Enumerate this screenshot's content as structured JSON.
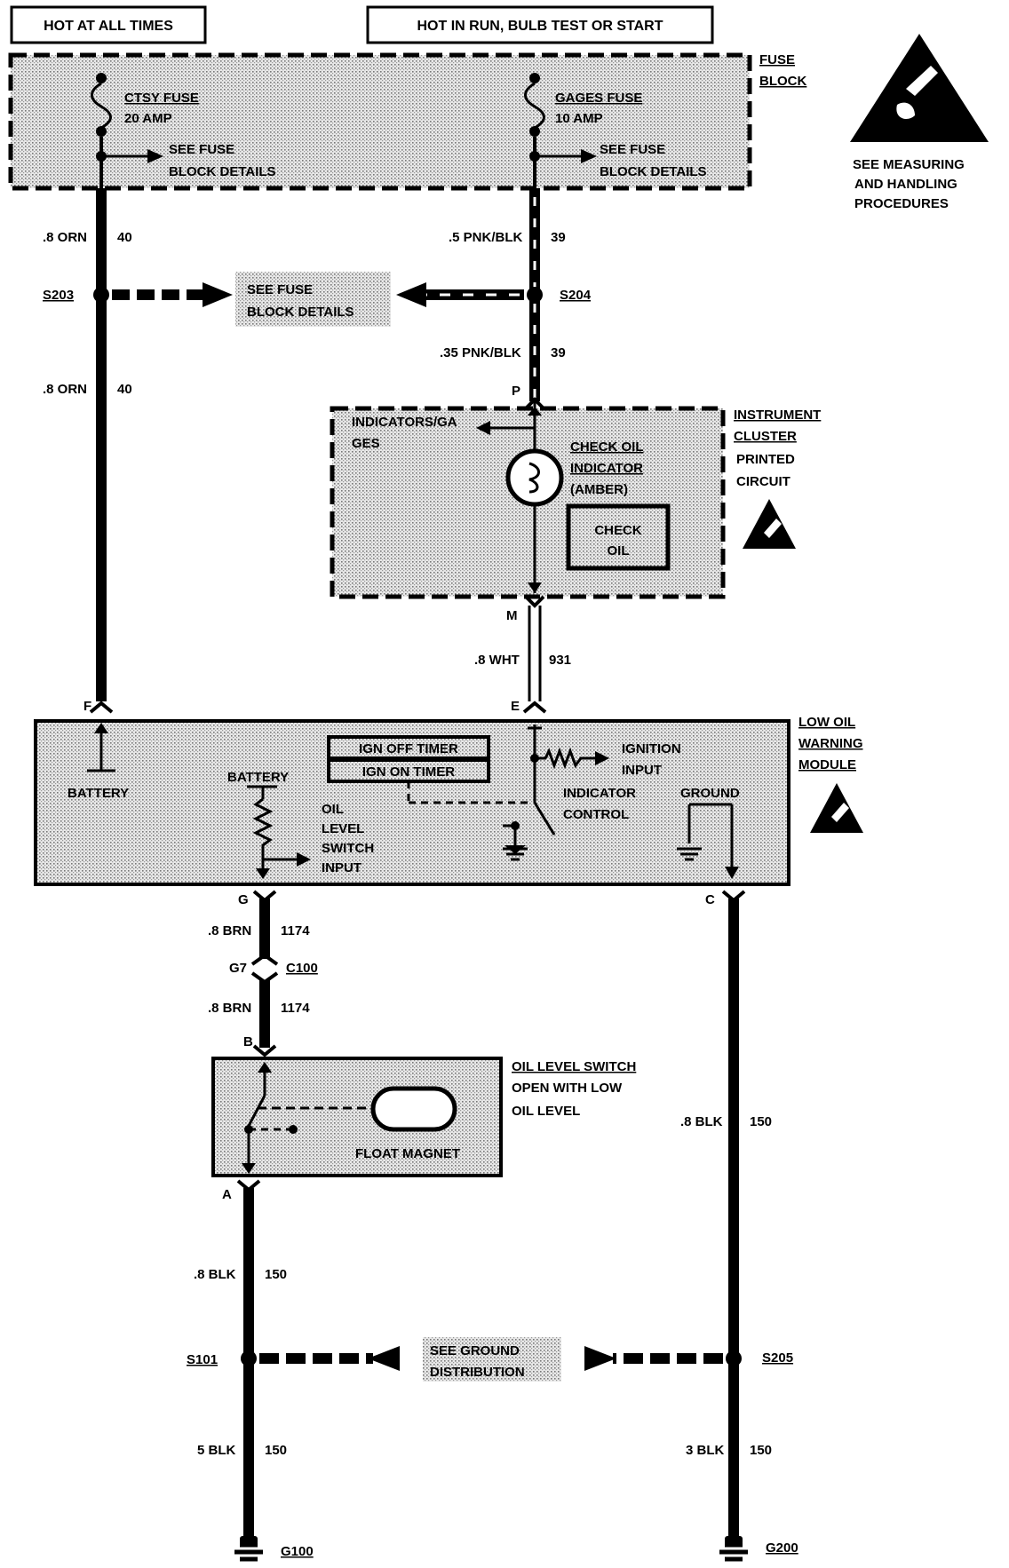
{
  "headers": {
    "hot_at_all_times": "HOT AT ALL TIMES",
    "hot_in_run": "HOT IN RUN, BULB TEST OR START"
  },
  "fuse_block": {
    "label_line1": "FUSE",
    "label_line2": "BLOCK",
    "ctsy_fuse_name": "CTSY FUSE",
    "ctsy_fuse_rating": "20 AMP",
    "gages_fuse_name": "GAGES FUSE",
    "gages_fuse_rating": "10 AMP",
    "see_details_1": "SEE FUSE",
    "see_details_2": "BLOCK DETAILS"
  },
  "esd_notice": {
    "line1": "SEE MEASURING",
    "line2": "AND HANDLING",
    "line3": "PROCEDURES"
  },
  "wires": {
    "w40_gauge_a": ".8 ORN",
    "w40_circuit": "40",
    "w40_gauge_b": ".8 ORN",
    "w39_gauge_a": ".5 PNK/BLK",
    "w39_circuit": "39",
    "w39_gauge_b": ".35 PNK/BLK",
    "w931_gauge": ".8 WHT",
    "w931_circuit": "931",
    "w1174_gauge": ".8 BRN",
    "w1174_circuit": "1174",
    "w150_gauge": ".8 BLK",
    "w150_circuit": "150",
    "w150_ground_left_gauge": "5 BLK",
    "w150_ground_right_gauge": "3 BLK"
  },
  "splices": {
    "s203": "S203",
    "s204": "S204",
    "s101": "S101",
    "s205": "S205"
  },
  "see_fuse_block_details": {
    "line1": "SEE FUSE",
    "line2": "BLOCK DETAILS"
  },
  "see_ground_distribution": {
    "line1": "SEE GROUND",
    "line2": "DISTRIBUTION"
  },
  "instrument_cluster": {
    "label_line1": "INSTRUMENT",
    "label_line2": "CLUSTER",
    "label_line3": "PRINTED",
    "label_line4": "CIRCUIT",
    "pin_p": "P",
    "pin_m": "M",
    "indicators_line1": "INDICATORS/GA",
    "indicators_line2": "GES",
    "check_oil_line1": "CHECK OIL",
    "check_oil_line2": "INDICATOR",
    "check_oil_line3": "(AMBER)",
    "display_line1": "CHECK",
    "display_line2": "OIL"
  },
  "low_oil_module": {
    "label_line1": "LOW OIL",
    "label_line2": "WARNING",
    "label_line3": "MODULE",
    "pin_f": "F",
    "pin_e": "E",
    "pin_g": "G",
    "pin_c": "C",
    "battery_left": "BATTERY",
    "battery_mid": "BATTERY",
    "ign_off_timer": "IGN OFF TIMER",
    "ign_on_timer": "IGN ON TIMER",
    "ignition_line1": "IGNITION",
    "ignition_line2": "INPUT",
    "indicator_line1": "INDICATOR",
    "indicator_line2": "CONTROL",
    "ground": "GROUND",
    "oil_line1": "OIL",
    "oil_line2": "LEVEL",
    "oil_line3": "SWITCH",
    "oil_line4": "INPUT"
  },
  "connector_c100": {
    "cavity": "G7",
    "name": "C100"
  },
  "oil_level_switch": {
    "pin_b": "B",
    "pin_a": "A",
    "label_line1": "OIL LEVEL SWITCH",
    "label_line2": "OPEN WITH LOW",
    "label_line3": "OIL LEVEL",
    "float_magnet": "FLOAT MAGNET"
  },
  "grounds": {
    "g100": "G100",
    "g200": "G200"
  }
}
